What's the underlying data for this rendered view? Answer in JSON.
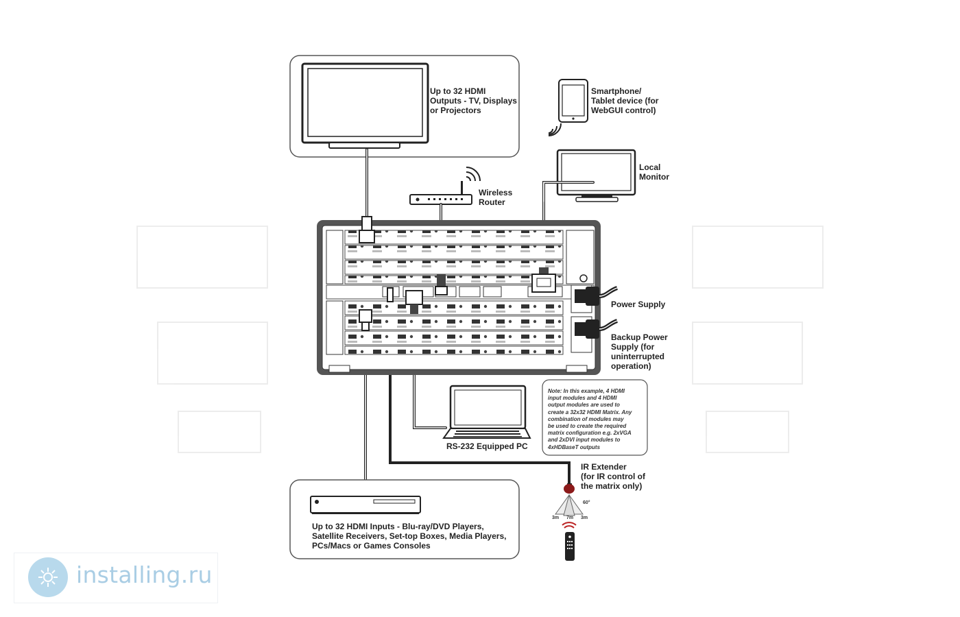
{
  "labels": {
    "hdmi_outputs": "Up to 32 HDMI\nOutputs - TV, Displays\nor Projectors",
    "smartphone": "Smartphone/\nTablet device (for\nWebGUI control)",
    "wireless_router": "Wireless\nRouter",
    "local_monitor": "Local\nMonitor",
    "power_supply": "Power Supply",
    "backup_power": "Backup Power\nSupply (for\nuninterrupted\noperation)",
    "rs232_pc": "RS-232 Equipped PC",
    "ir_extender": "IR Extender\n(for IR control of\nthe matrix only)",
    "hdmi_inputs": "Up to 32 HDMI Inputs - Blu-ray/DVD Players,\nSatellite Receivers, Set-top Boxes, Media Players,\nPCs/Macs or Games Consoles"
  },
  "note": "Note: In this example, 4 HDMI\ninput modules and 4 HDMI\noutput modules are used to\ncreate a 32x32 HDMI Matrix. Any\ncombination of modules may\nbe used to create the required\nmatrix configuration e.g. 2xVGA\nand 2xDVI input modules to\n4xHDBaseT outputs",
  "ir_coverage": {
    "angle": "60°",
    "left_distance": "3m",
    "center_distance": "7m",
    "right_distance": "3m"
  },
  "watermark": {
    "text": "installing.ru"
  }
}
